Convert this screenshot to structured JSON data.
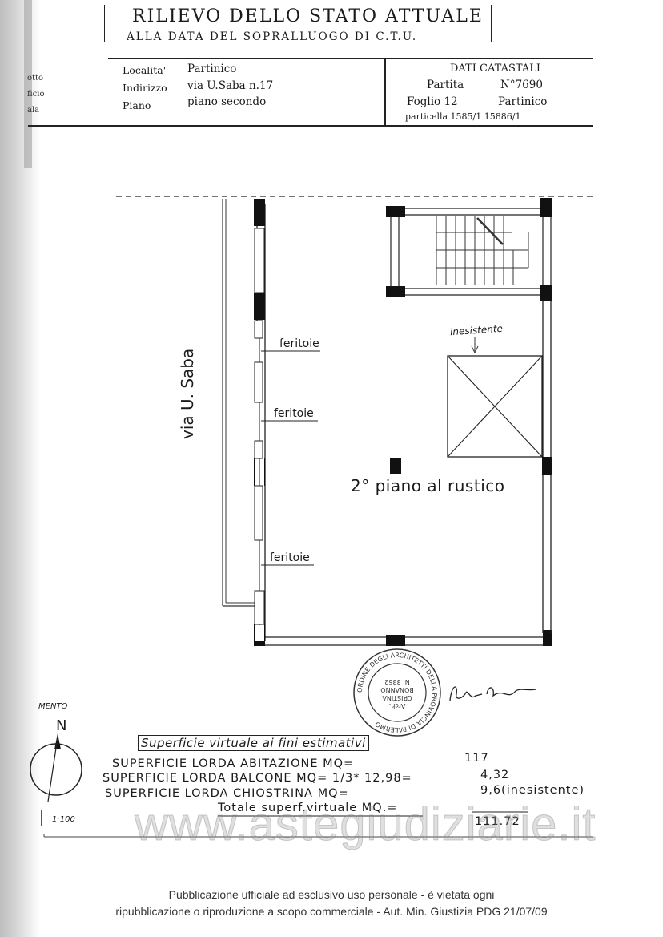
{
  "title": {
    "main": "RILIEVO DELLO STATO ATTUALE",
    "sub": "ALLA DATA DEL SOPRALLUOGO DI C.T.U."
  },
  "left_margin_fragments": [
    "otto",
    "ficio",
    "ala"
  ],
  "location": {
    "localita_label": "Localita'",
    "localita_value": "Partinico",
    "indirizzo_label": "Indirizzo",
    "indirizzo_value": "via U.Saba n.17",
    "piano_label": "Piano",
    "piano_value": "piano secondo"
  },
  "cadastral": {
    "header": "DATI CATASTALI",
    "partita_label": "Partita",
    "partita_value": "N°7690",
    "foglio_label": "Foglio 12",
    "foglio_place": "Partinico",
    "particella": "particella 1585/1 15886/1"
  },
  "plan": {
    "street_label": "via U. Saba",
    "feritoie_labels": [
      "feritoie",
      "feritoie",
      "feritoie"
    ],
    "floor_label": "2° piano al rustico",
    "handwritten_note": "inesistente"
  },
  "orientation": {
    "label": "MENTO",
    "north": "N",
    "scale": "1:100"
  },
  "stamp": {
    "ring_text": "ORDINE DEGLI ARCHITETTI DELLA PROVINCIA DI PALERMO",
    "line1": "Arch.",
    "line2": "CRISTINA",
    "line3": "BONANNO",
    "line4": "N. 3362"
  },
  "surfaces": {
    "header": "Superficie virtuale ai fini estimativi",
    "rows": [
      {
        "label": "SUPERFICIE LORDA ABITAZIONE MQ=",
        "value": "117"
      },
      {
        "label": "SUPERFICIE LORDA BALCONE MQ= 1/3* 12,98=",
        "value": "4,32"
      },
      {
        "label": "SUPERFICIE LORDA CHIOSTRINA MQ=",
        "value": "9,6(inesistente)"
      }
    ],
    "total_label": "Totale superf.virtuale MQ.=",
    "total_value": "111.72"
  },
  "watermark": "www.astegiudiziarie.it",
  "disclaimer": {
    "line1": "Pubblicazione ufficiale ad esclusivo uso personale - è vietata ogni",
    "line2": "ripubblicazione o riproduzione a scopo commerciale - Aut. Min. Giustizia PDG 21/07/09"
  }
}
